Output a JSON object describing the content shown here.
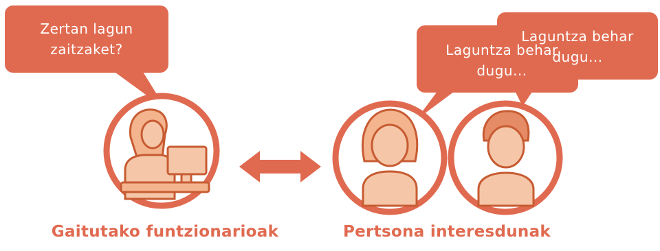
{
  "colors": {
    "accent": "#e06a50",
    "icon_fill": "#f5c7a8",
    "icon_stroke": "#c75b32",
    "bubble_text": "#ffffff"
  },
  "official": {
    "bubble_text": "Zertan lagun\nzaitzaket?",
    "caption": "Gaitutako funtzionarioak",
    "icon": "office-worker-at-desk-icon"
  },
  "citizens": {
    "bubble_back_text": "Laguntza behar\ndugu...",
    "bubble_front_text": "Laguntza behar\ndugu...",
    "caption": "Pertsona interesdunak",
    "icons": [
      "woman-avatar-icon",
      "man-avatar-icon"
    ]
  },
  "connector": {
    "icon": "double-arrow-icon"
  }
}
